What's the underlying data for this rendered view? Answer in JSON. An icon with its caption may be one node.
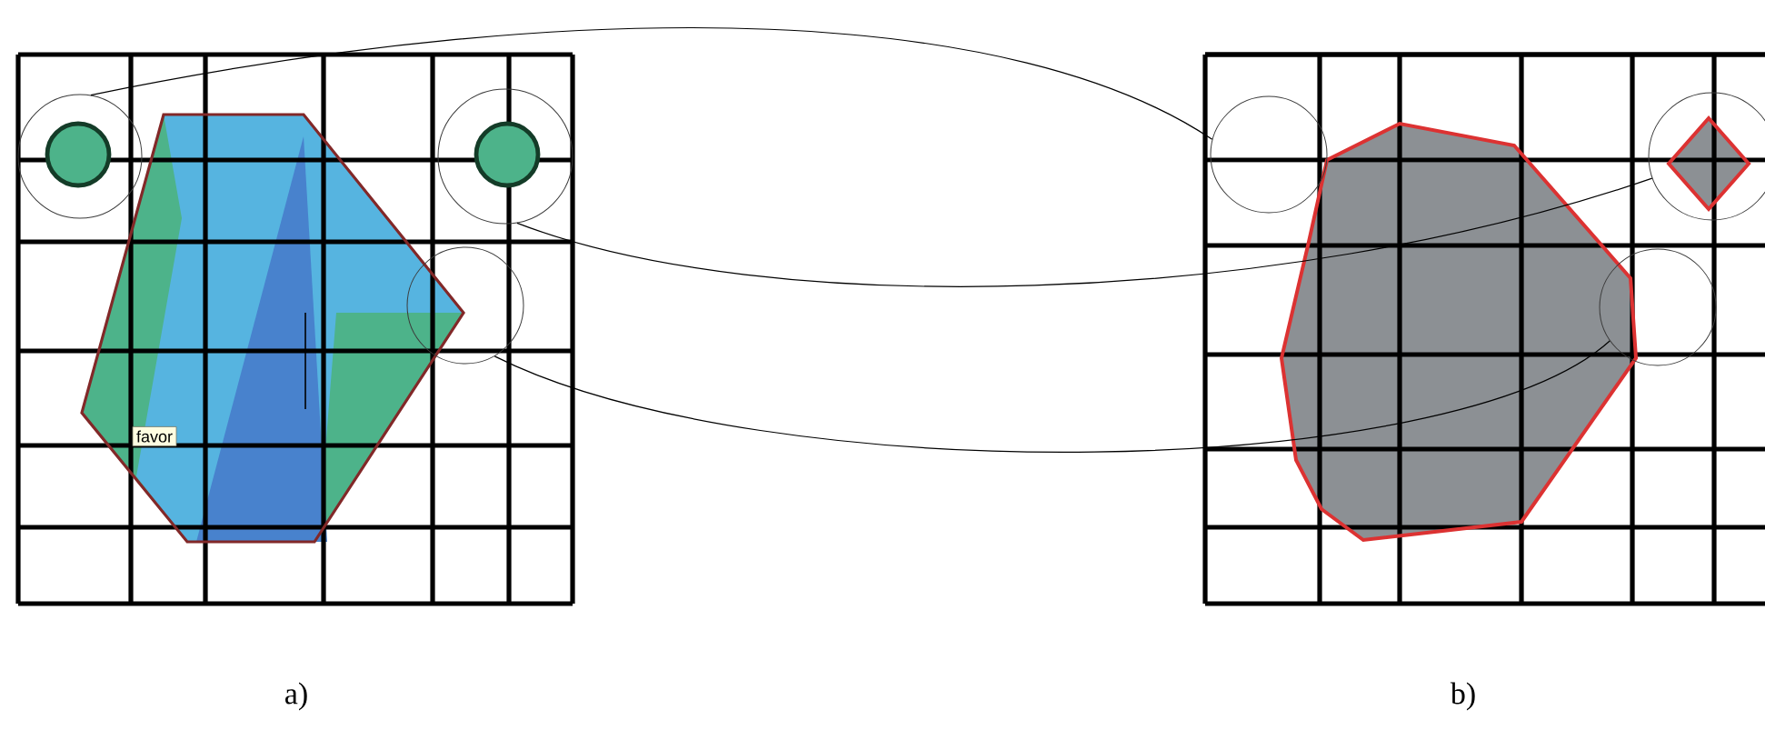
{
  "diagram": {
    "nodes": [
      {
        "text": [],
        "shape": "circle"
      },
      {
        "text": [],
        "shape": "circle"
      },
      {
        "text": [],
        "shape": "circle"
      },
      {
        "text": [
          "favor"
        ]
      },
      {
        "text": [],
        "shape": "circle"
      },
      {
        "text": [],
        "shape": "circle"
      },
      {
        "text": [],
        "shape": "circle"
      }
    ],
    "edges": [
      {
        "from": 0,
        "to": 4,
        "arrow": "none"
      },
      {
        "from": 1,
        "to": 5,
        "arrow": "none"
      },
      {
        "from": 2,
        "to": 6,
        "arrow": "none"
      }
    ],
    "labels": [
      "a)",
      "b)"
    ]
  }
}
